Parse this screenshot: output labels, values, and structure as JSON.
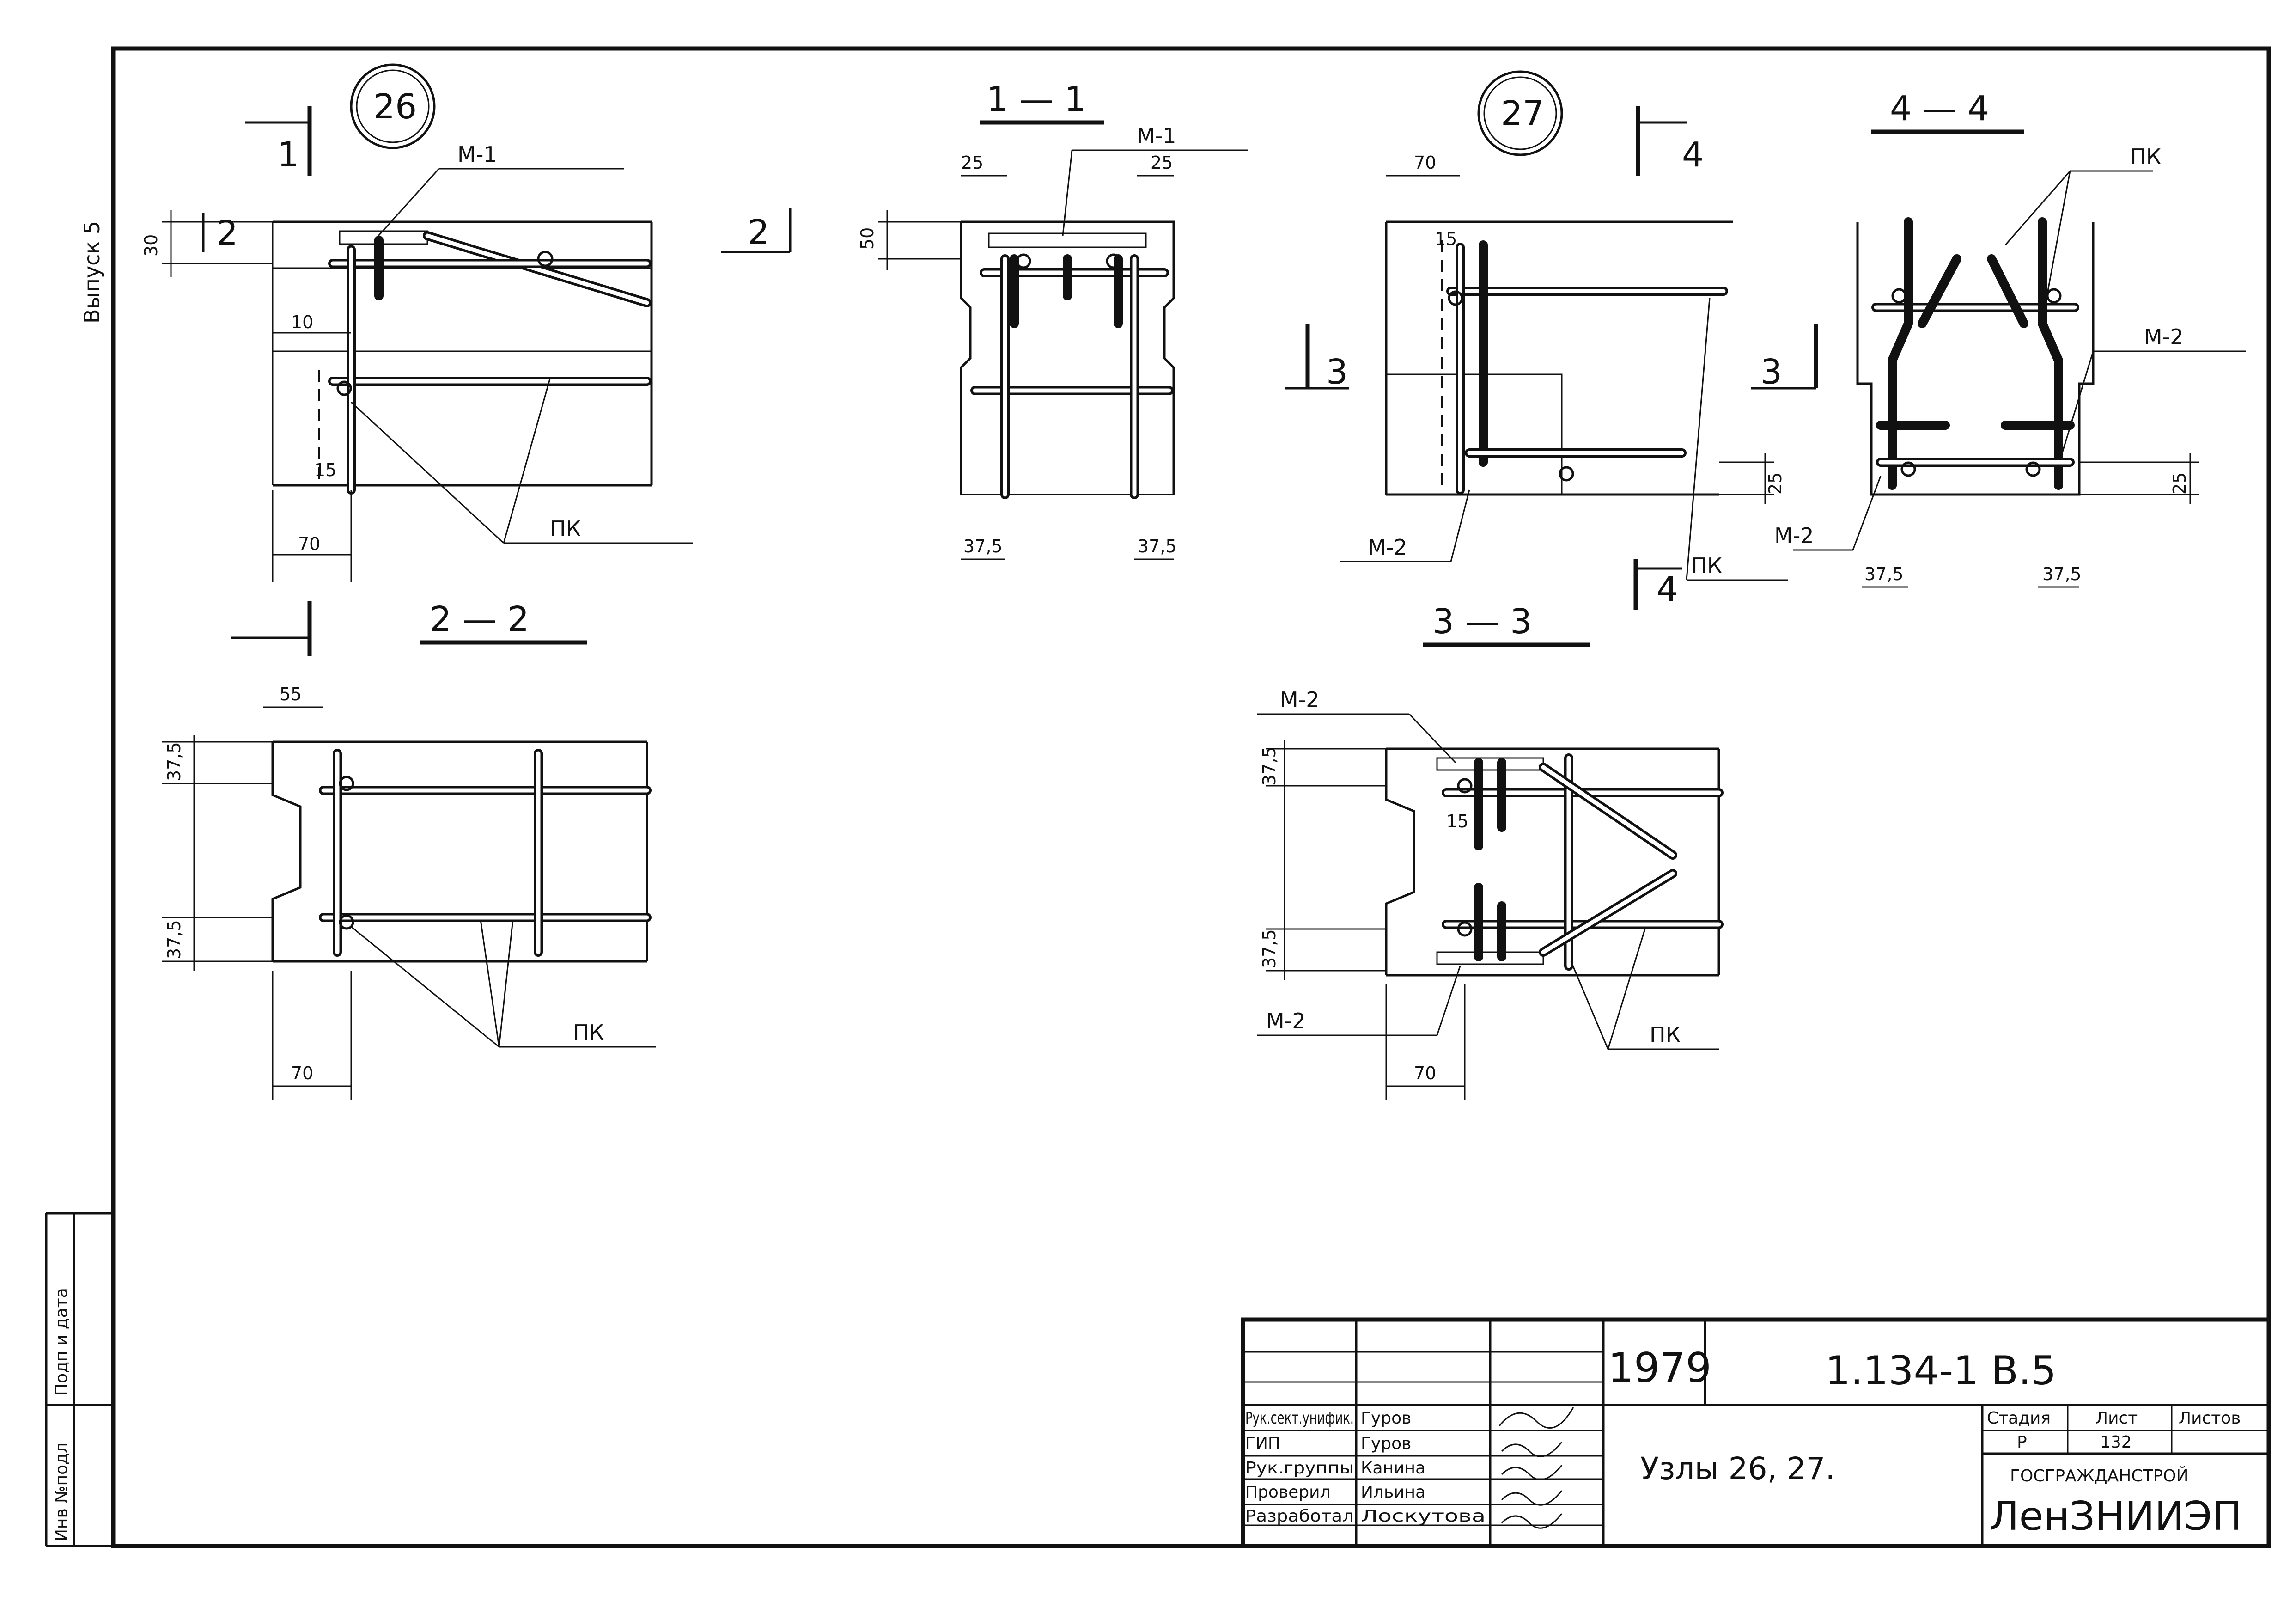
{
  "sheet": {
    "side_label": "Выпуск 5",
    "margin_labels": [
      "Подп и дата",
      "Инв №подл"
    ]
  },
  "nodes": [
    "26",
    "27"
  ],
  "sections": {
    "s11": "1 — 1",
    "s22": "2 — 2",
    "s33": "3 — 3",
    "s44": "4 — 4"
  },
  "cut_marks": {
    "c1": "1",
    "c2a": "2",
    "c2b": "2",
    "c3a": "3",
    "c3b": "3",
    "c4a": "4",
    "c4b": "4"
  },
  "labels": {
    "m1": "М-1",
    "m2": "М-2",
    "pk": "ПК"
  },
  "dims": {
    "d30": "30",
    "d10": "10",
    "d15": "15",
    "d70": "70",
    "d25": "25",
    "d50": "50",
    "d375": "37,5",
    "d55": "55"
  },
  "title_block": {
    "year": "1979",
    "code": "1.134-1  В.5",
    "title": "Узлы  26, 27.",
    "org_top": "ГОСГРАЖДАНСТРОЙ",
    "org": "ЛенЗНИИЭП",
    "col_stage": "Стадия",
    "col_sheet": "Лист",
    "col_sheets": "Листов",
    "stage": "Р",
    "sheet": "132",
    "roles": [
      {
        "role": "Рук.сект.унифик.",
        "name": "Гуров"
      },
      {
        "role": "ГИП",
        "name": "Гуров"
      },
      {
        "role": "Рук.группы",
        "name": "Канина"
      },
      {
        "role": "Проверил",
        "name": "Ильина"
      },
      {
        "role": "Разработал",
        "name": "Лоскутова"
      }
    ]
  }
}
